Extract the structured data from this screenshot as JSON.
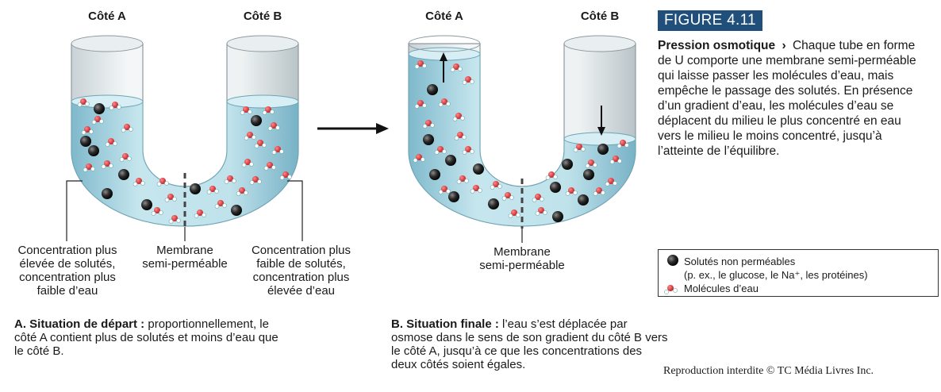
{
  "figure": {
    "tag": "FIGURE 4.11",
    "title": "Pression osmotique",
    "arrow": "›",
    "description": "Chaque tube en forme de U comporte une membrane semi-perméable qui laisse passer les molécules d’eau, mais empêche le passage des solutés. En présence d’un gradient d’eau, les molécules d’eau se déplacent du milieu le plus concentré en eau vers le milieu le moins concentré, jusqu’à l’atteinte de l’équilibre."
  },
  "panel_a": {
    "side_a": "Côté A",
    "side_b": "Côté B",
    "left_callout": [
      "Concentration plus",
      "élevée de solutés,",
      "concentration plus",
      "faible d’eau"
    ],
    "membrane": [
      "Membrane",
      "semi-perméable"
    ],
    "right_callout": [
      "Concentration plus",
      "faible de solutés,",
      "concentration plus",
      "élevée d’eau"
    ],
    "caption_bold": "A. Situation de départ :",
    "caption_text": " proportionnellement, le côté A contient plus de solutés et moins d’eau que le côté B."
  },
  "panel_b": {
    "side_a": "Côté A",
    "side_b": "Côté B",
    "membrane": [
      "Membrane",
      "semi-perméable"
    ],
    "caption_bold": "B. Situation finale :",
    "caption_text": " l’eau s’est déplacée par osmose dans le sens de son gradient du côté B vers le côté A, jusqu’à ce que les concentrations des deux côtés soient égales."
  },
  "legend": {
    "solutes": "Solutés non perméables",
    "solutes_examples": "(p. ex., le glucose, le Na⁺, les protéines)",
    "water": "Molécules d’eau"
  },
  "copyright": "Reproduction interdite © TC Média Livres Inc.",
  "colors": {
    "accent": "#1f4f7a",
    "water": "#a9d7e3",
    "solute": "#1e1e1e",
    "oxygen": "#d8262c",
    "hydrogen": "#ffffff"
  }
}
